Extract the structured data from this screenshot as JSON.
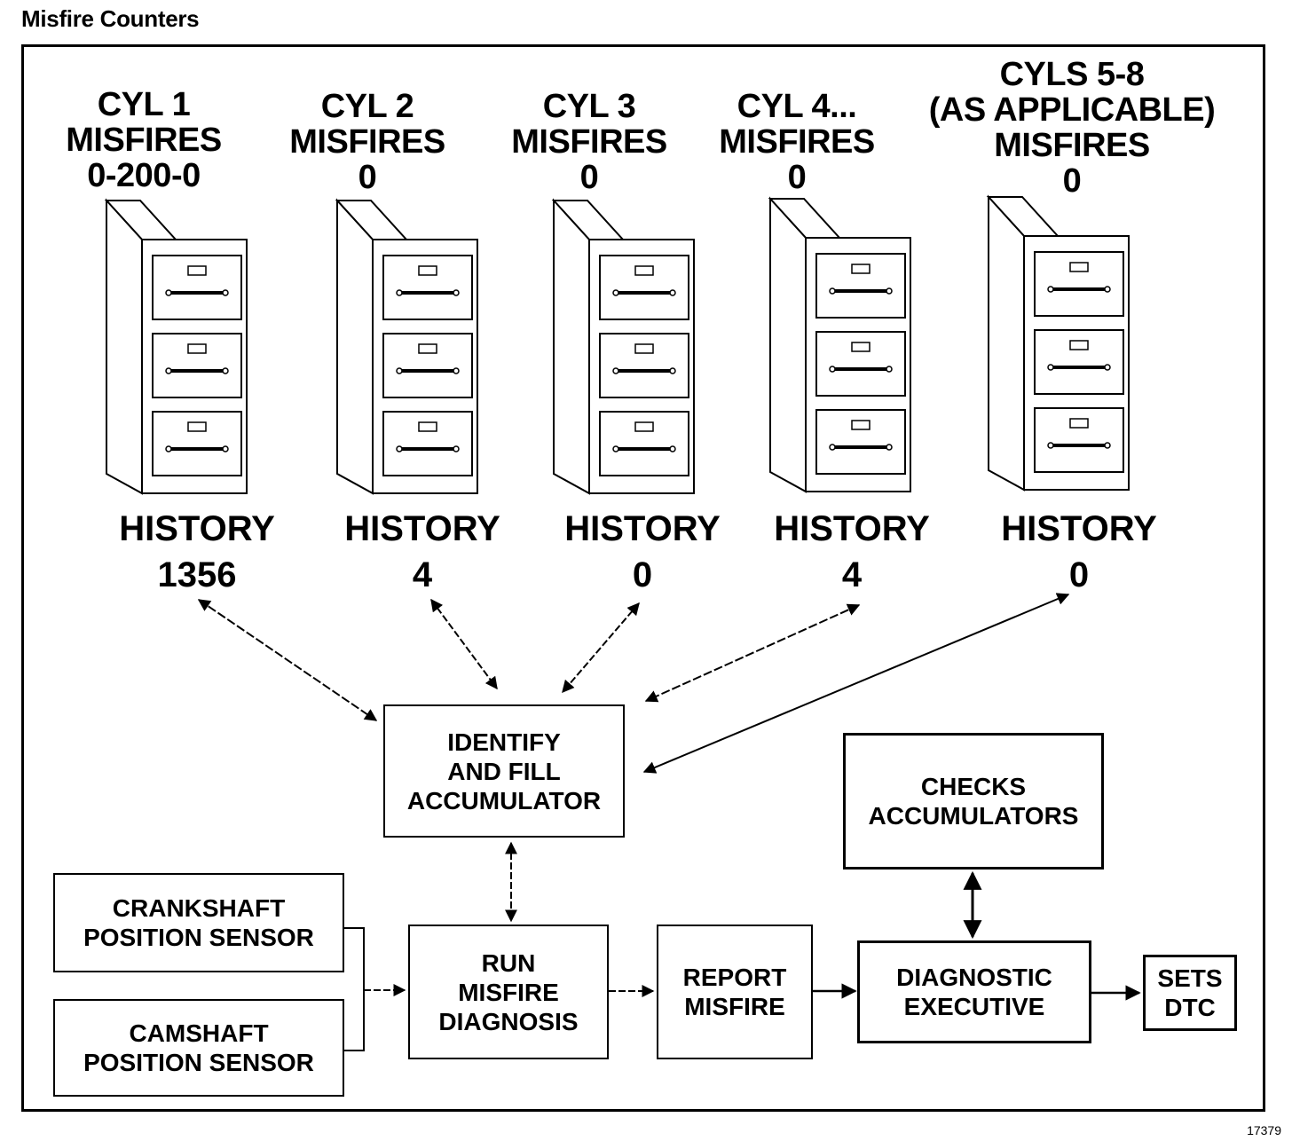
{
  "title": "Misfire Counters",
  "figure_number": "17379",
  "cylinders": [
    {
      "name": "CYL 1",
      "misfires_label": "MISFIRES",
      "count": "0-200-0",
      "history_label": "HISTORY",
      "history_value": "1356"
    },
    {
      "name": "CYL 2",
      "misfires_label": "MISFIRES",
      "count": "0",
      "history_label": "HISTORY",
      "history_value": "4"
    },
    {
      "name": "CYL 3",
      "misfires_label": "MISFIRES",
      "count": "0",
      "history_label": "HISTORY",
      "history_value": "0"
    },
    {
      "name": "CYL 4...",
      "misfires_label": "MISFIRES",
      "count": "0",
      "history_label": "HISTORY",
      "history_value": "4"
    },
    {
      "name": "CYLS 5-8",
      "qualifier": "(AS APPLICABLE)",
      "misfires_label": "MISFIRES",
      "count": "0",
      "history_label": "HISTORY",
      "history_value": "0"
    }
  ],
  "boxes": {
    "accumulator": [
      "IDENTIFY",
      "AND FILL",
      "ACCUMULATOR"
    ],
    "checks": [
      "CHECKS",
      "ACCUMULATORS"
    ],
    "crankshaft": [
      "CRANKSHAFT",
      "POSITION SENSOR"
    ],
    "camshaft": [
      "CAMSHAFT",
      "POSITION SENSOR"
    ],
    "run": [
      "RUN",
      "MISFIRE",
      "DIAGNOSIS"
    ],
    "report": [
      "REPORT",
      "MISFIRE"
    ],
    "executive": [
      "DIAGNOSTIC",
      "EXECUTIVE"
    ],
    "dtc": [
      "SETS",
      "DTC"
    ]
  }
}
